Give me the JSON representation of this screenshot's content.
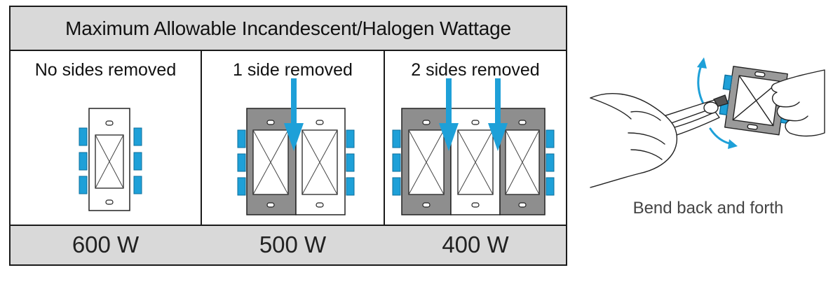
{
  "table": {
    "title": "Maximum Allowable Incandescent/Halogen Wattage",
    "columns": [
      {
        "label": "No sides removed",
        "wattage": "600 W"
      },
      {
        "label": "1 side removed",
        "wattage": "500 W"
      },
      {
        "label": "2 sides removed",
        "wattage": "400 W"
      }
    ]
  },
  "illustration": {
    "caption": "Bend back and forth"
  },
  "colors": {
    "accent_blue": "#1ea0d8",
    "header_gray": "#d9d9d9",
    "plate_gray": "#8e8e8e",
    "border": "#1a1a1a"
  }
}
